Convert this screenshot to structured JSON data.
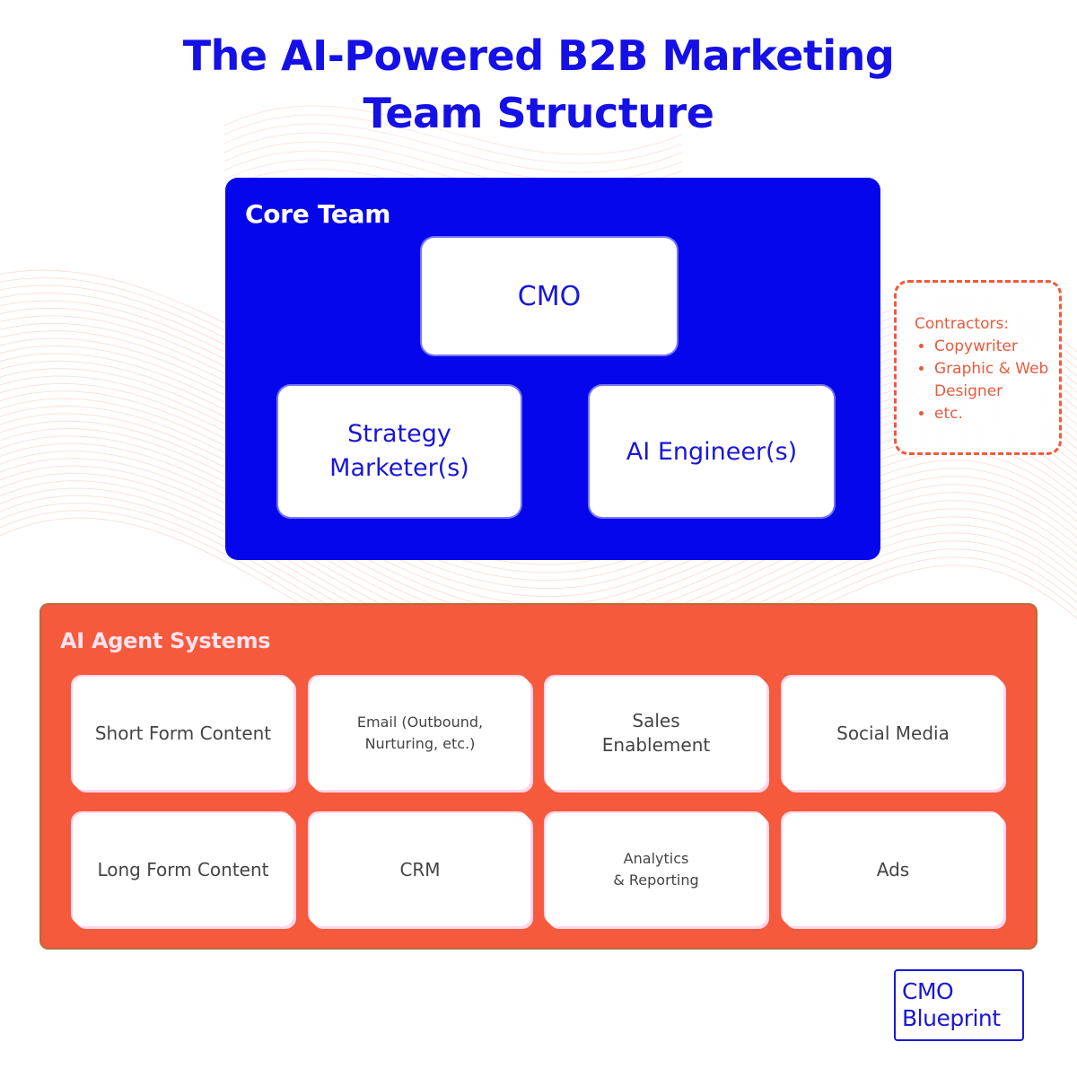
{
  "title": {
    "line1": "The AI-Powered B2B Marketing",
    "line2": "Team Structure"
  },
  "core_team": {
    "label": "Core Team",
    "cmo": "CMO",
    "strategy_line1": "Strategy",
    "strategy_line2": "Marketer(s)",
    "ai_engineer": "AI Engineer(s)"
  },
  "contractors": {
    "heading": "Contractors:",
    "items": [
      "Copywriter",
      "Graphic & Web Designer",
      "etc."
    ]
  },
  "ai_agent_systems": {
    "label": "AI Agent Systems",
    "cards": [
      {
        "lines": [
          "Short Form Content"
        ],
        "size": "large"
      },
      {
        "lines": [
          "Email (Outbound,",
          "Nurturing, etc.)"
        ],
        "size": "small"
      },
      {
        "lines": [
          "Sales",
          "Enablement"
        ],
        "size": "large"
      },
      {
        "lines": [
          "Social Media"
        ],
        "size": "large"
      },
      {
        "lines": [
          "Long Form Content"
        ],
        "size": "large"
      },
      {
        "lines": [
          "CRM"
        ],
        "size": "large"
      },
      {
        "lines": [
          "Analytics",
          "& Reporting"
        ],
        "size": "small"
      },
      {
        "lines": [
          "Ads"
        ],
        "size": "large"
      }
    ]
  },
  "logo": {
    "line1": "CMO",
    "line2": "Blueprint"
  },
  "colors": {
    "title_blue": "#1510e6",
    "core_blue": "#0606ec",
    "agent_orange": "#f55a3c",
    "contractor_orange": "#e95a3c",
    "wave_pink": "#f6c9bf"
  }
}
